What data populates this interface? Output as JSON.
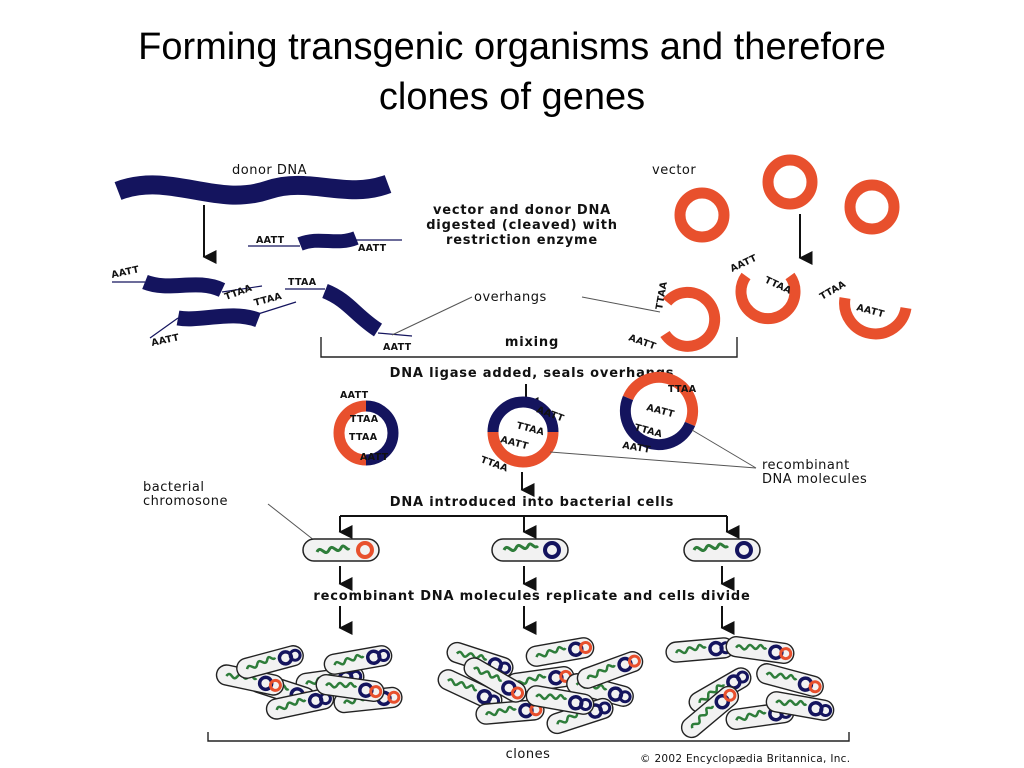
{
  "title": {
    "line1": "Forming transgenic organisms and therefore",
    "line2": "clones of genes"
  },
  "labels": {
    "donor_dna": "donor DNA",
    "vector": "vector",
    "digest_line1": "vector and donor DNA",
    "digest_line2": "digested (cleaved) with",
    "digest_line3": "restriction enzyme",
    "overhangs": "overhangs",
    "mixing": "mixing",
    "ligase": "DNA ligase added, seals overhangs",
    "recombinant_line1": "recombinant",
    "recombinant_line2": "DNA molecules",
    "bacterial_line1": "bacterial",
    "bacterial_line2": "chromosone",
    "introduced": "DNA introduced into bacterial cells",
    "replicate": "recombinant DNA molecules replicate and cells divide",
    "clones": "clones",
    "copyright": "© 2002 Encyclopædia Britannica, Inc."
  },
  "sequences": {
    "aatt": "AATT",
    "ttaa": "TTAA"
  },
  "colors": {
    "donor": "#14145e",
    "vector": "#e8502d",
    "chromosome": "#2e7d3a",
    "outline": "#222222",
    "cell_fill": "#f2f2f2"
  },
  "icons": {
    "arrow": "down-arrow-icon",
    "cell": "bacterial-cell-icon",
    "plasmid": "plasmid-ring-icon"
  }
}
